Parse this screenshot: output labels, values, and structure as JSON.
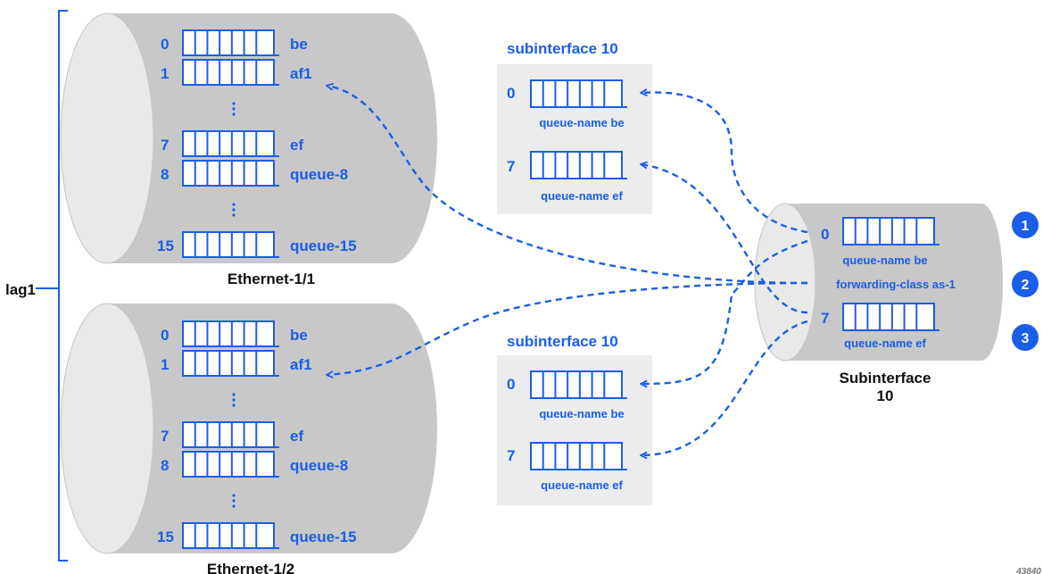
{
  "lag": {
    "label": "lag1"
  },
  "ethernet_1": {
    "label": "Ethernet-1/1",
    "queues": [
      {
        "num": "0",
        "name": "be"
      },
      {
        "num": "1",
        "name": "af1"
      },
      {
        "num": "7",
        "name": "ef"
      },
      {
        "num": "8",
        "name": "queue-8"
      },
      {
        "num": "15",
        "name": "queue-15"
      }
    ]
  },
  "ethernet_2": {
    "label": "Ethernet-1/2",
    "queues": [
      {
        "num": "0",
        "name": "be"
      },
      {
        "num": "1",
        "name": "af1"
      },
      {
        "num": "7",
        "name": "ef"
      },
      {
        "num": "8",
        "name": "queue-8"
      },
      {
        "num": "15",
        "name": "queue-15"
      }
    ]
  },
  "sub_top": {
    "title": "subinterface 10",
    "queues": [
      {
        "num": "0",
        "caption": "queue-name be"
      },
      {
        "num": "7",
        "caption": "queue-name ef"
      }
    ]
  },
  "sub_bottom": {
    "title": "subinterface 10",
    "queues": [
      {
        "num": "0",
        "caption": "queue-name be"
      },
      {
        "num": "7",
        "caption": "queue-name ef"
      }
    ]
  },
  "subinterface_cylinder": {
    "label_line1": "Subinterface",
    "label_line2": "10",
    "queues": [
      {
        "num": "0",
        "caption": "queue-name be"
      },
      {
        "num": "7",
        "caption": "queue-name ef"
      }
    ],
    "forwarding_class": "forwarding-class as-1"
  },
  "badges": [
    "1",
    "2",
    "3"
  ],
  "figure_id": "43840",
  "colors": {
    "accent": "#1a5ee8",
    "cylinder": "#c8c8c8",
    "cylinder_end": "#e9e9e9",
    "sub_panel": "#ececec"
  }
}
